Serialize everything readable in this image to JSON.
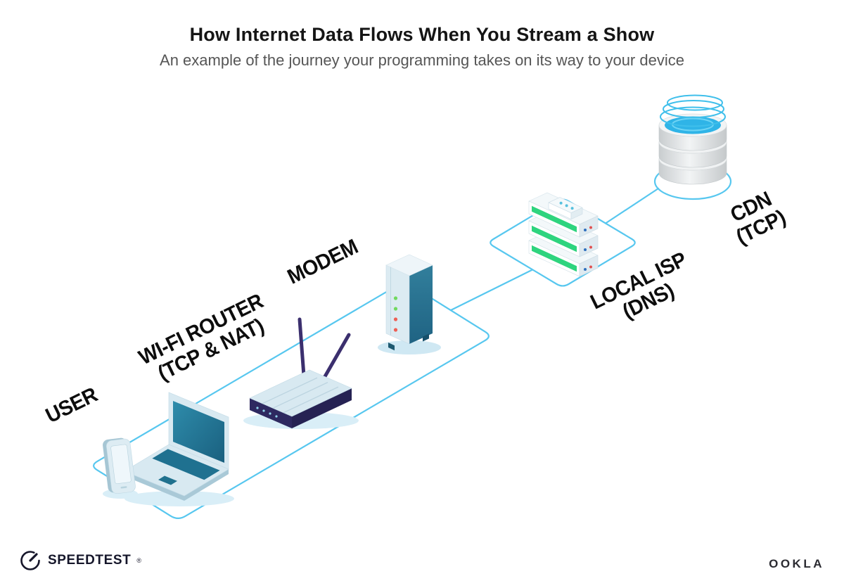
{
  "header": {
    "title": "How Internet Data Flows When You Stream a Show",
    "subtitle": "An example of the journey your programming takes on its way to your device"
  },
  "nodes": [
    {
      "id": "user",
      "label": "USER"
    },
    {
      "id": "wifi-router",
      "label": "WI-FI ROUTER",
      "sublabel": "(TCP & NAT)"
    },
    {
      "id": "modem",
      "label": "MODEM"
    },
    {
      "id": "local-isp",
      "label": "LOCAL ISP",
      "sublabel": "(DNS)"
    },
    {
      "id": "cdn",
      "label": "CDN",
      "sublabel": "(TCP)"
    }
  ],
  "flow_order": [
    "USER",
    "WI-FI ROUTER (TCP & NAT)",
    "MODEM",
    "LOCAL ISP (DNS)",
    "CDN (TCP)"
  ],
  "footer": {
    "speedtest": "SPEEDTEST",
    "trademark": "®",
    "ookla": "OOKLA"
  },
  "colors": {
    "path_blue": "#57c7ef",
    "device_teal": "#20718e",
    "device_light": "#d8e9f1",
    "server_green": "#2ed47e",
    "cdn_cyan": "#2fb4e7",
    "antenna_navy": "#3b2f6e",
    "led_green": "#71d95f",
    "led_red": "#ee5f55",
    "text_dark": "#0d0d0d"
  }
}
